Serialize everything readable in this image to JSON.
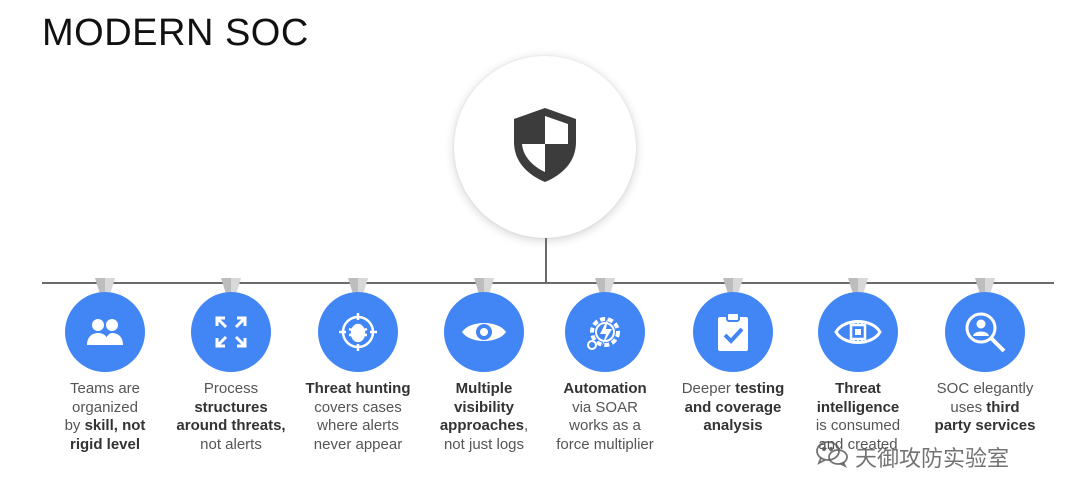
{
  "title": "MODERN SOC",
  "colors": {
    "accent": "#4285f4",
    "line": "#6b6b6b",
    "text": "#555555",
    "bold_text": "#333333",
    "shield": "#3c3c3c"
  },
  "hub": {
    "icon": "shield-icon"
  },
  "nodes": [
    {
      "icon": "people-icon",
      "caption": [
        [
          {
            "t": "Teams are",
            "b": false
          }
        ],
        [
          {
            "t": "organized",
            "b": false
          }
        ],
        [
          {
            "t": "by ",
            "b": false
          },
          {
            "t": "skill, not",
            "b": true
          }
        ],
        [
          {
            "t": "rigid level",
            "b": true
          }
        ]
      ]
    },
    {
      "icon": "expand-arrows-icon",
      "caption": [
        [
          {
            "t": "Process",
            "b": false
          }
        ],
        [
          {
            "t": "structures",
            "b": true
          }
        ],
        [
          {
            "t": "around threats,",
            "b": true
          }
        ],
        [
          {
            "t": "not alerts",
            "b": false
          }
        ]
      ]
    },
    {
      "icon": "bug-target-icon",
      "caption": [
        [
          {
            "t": "Threat hunting",
            "b": true
          }
        ],
        [
          {
            "t": "covers cases",
            "b": false
          }
        ],
        [
          {
            "t": "where alerts",
            "b": false
          }
        ],
        [
          {
            "t": "never appear",
            "b": false
          }
        ]
      ]
    },
    {
      "icon": "eye-icon",
      "caption": [
        [
          {
            "t": "Multiple",
            "b": true
          }
        ],
        [
          {
            "t": "visibility",
            "b": true
          }
        ],
        [
          {
            "t": "approaches",
            "b": true
          },
          {
            "t": ",",
            "b": false
          }
        ],
        [
          {
            "t": "not just logs",
            "b": false
          }
        ]
      ]
    },
    {
      "icon": "gear-bolt-icon",
      "caption": [
        [
          {
            "t": "Automation",
            "b": true
          }
        ],
        [
          {
            "t": "via SOAR",
            "b": false
          }
        ],
        [
          {
            "t": "works as a",
            "b": false
          }
        ],
        [
          {
            "t": "force multiplier",
            "b": false
          }
        ]
      ]
    },
    {
      "icon": "clipboard-check-icon",
      "caption": [
        [
          {
            "t": "Deeper ",
            "b": false
          },
          {
            "t": "testing",
            "b": true
          }
        ],
        [
          {
            "t": "and coverage",
            "b": true
          }
        ],
        [
          {
            "t": "analysis",
            "b": true
          }
        ]
      ]
    },
    {
      "icon": "eye-chip-icon",
      "caption": [
        [
          {
            "t": "Threat",
            "b": true
          }
        ],
        [
          {
            "t": "intelligence",
            "b": true
          }
        ],
        [
          {
            "t": "is consumed",
            "b": false
          }
        ],
        [
          {
            "t": "and created",
            "b": false
          }
        ]
      ]
    },
    {
      "icon": "user-search-icon",
      "caption": [
        [
          {
            "t": "SOC elegantly",
            "b": false
          }
        ],
        [
          {
            "t": "uses ",
            "b": false
          },
          {
            "t": "third",
            "b": true
          }
        ],
        [
          {
            "t": "party services",
            "b": true
          }
        ]
      ]
    }
  ],
  "watermark": {
    "icon": "wechat-icon",
    "text": "天御攻防实验室"
  }
}
